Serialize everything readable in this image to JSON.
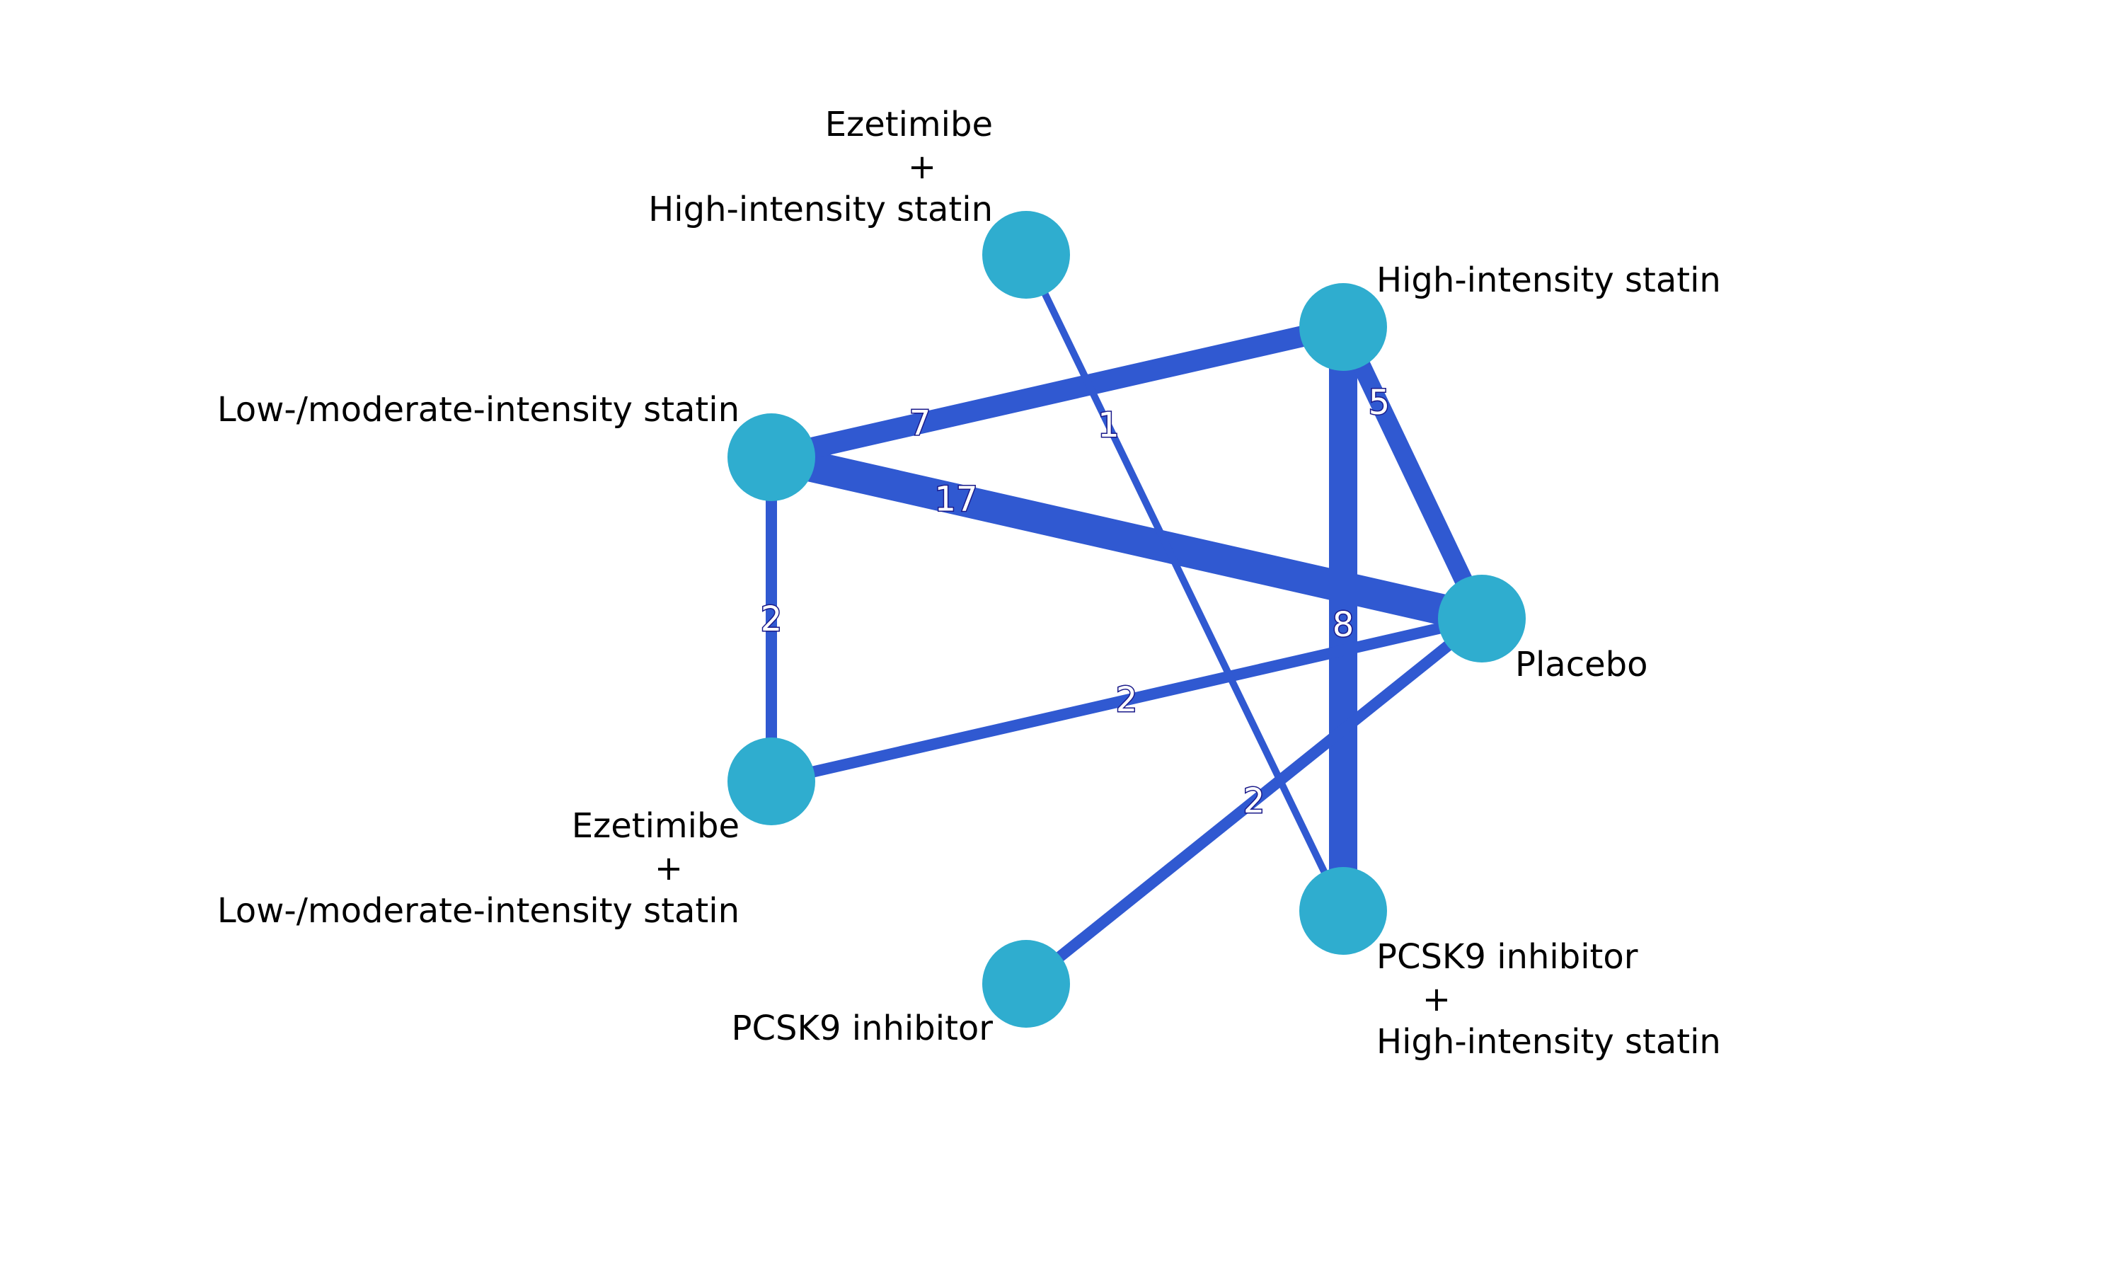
{
  "diagram": {
    "type": "network-meta-analysis",
    "colors": {
      "edge": "#3059d1",
      "node": "#2fadcf",
      "label_outline": "#1a1a8a"
    },
    "nodes": [
      {
        "id": "ezeh",
        "lines": [
          "Ezetimibe",
          "+",
          "High-intensity statin"
        ]
      },
      {
        "id": "hi",
        "lines": [
          "High-intensity statin"
        ]
      },
      {
        "id": "low",
        "lines": [
          "Low-/moderate-intensity statin"
        ]
      },
      {
        "id": "plac",
        "lines": [
          "Placebo"
        ]
      },
      {
        "id": "ezel",
        "lines": [
          "Ezetimibe",
          "+",
          "Low-/moderate-intensity statin"
        ]
      },
      {
        "id": "pcsk",
        "lines": [
          "PCSK9 inhibitor"
        ]
      },
      {
        "id": "pcskh",
        "lines": [
          "PCSK9 inhibitor",
          "+",
          "High-intensity statin"
        ]
      }
    ],
    "edges": [
      {
        "from": "low",
        "to": "plac",
        "label": "17"
      },
      {
        "from": "hi",
        "to": "pcskh",
        "label": "8"
      },
      {
        "from": "low",
        "to": "hi",
        "label": "7"
      },
      {
        "from": "hi",
        "to": "plac",
        "label": "5"
      },
      {
        "from": "low",
        "to": "ezel",
        "label": "2"
      },
      {
        "from": "ezel",
        "to": "plac",
        "label": "2"
      },
      {
        "from": "pcsk",
        "to": "plac",
        "label": "2"
      },
      {
        "from": "ezeh",
        "to": "pcskh",
        "label": "1"
      }
    ]
  }
}
